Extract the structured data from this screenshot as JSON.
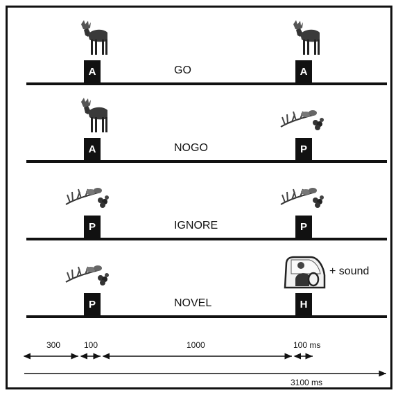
{
  "rows": [
    {
      "condition": "GO",
      "first": {
        "letter": "A",
        "image": "moose-icon"
      },
      "second": {
        "letter": "A",
        "image": "moose-icon"
      }
    },
    {
      "condition": "NOGO",
      "first": {
        "letter": "A",
        "image": "moose-icon"
      },
      "second": {
        "letter": "P",
        "image": "plant-icon"
      }
    },
    {
      "condition": "IGNORE",
      "first": {
        "letter": "P",
        "image": "plant-icon"
      },
      "second": {
        "letter": "P",
        "image": "plant-icon"
      }
    },
    {
      "condition": "NOVEL",
      "first": {
        "letter": "P",
        "image": "plant-icon"
      },
      "second": {
        "letter": "H",
        "image": "driver-icon"
      },
      "extra": "+ sound"
    }
  ],
  "timeline": {
    "segments": [
      "300",
      "100",
      "1000",
      "100 ms"
    ],
    "total": "3100 ms"
  },
  "colors": {
    "ink": "#111111",
    "background": "#ffffff"
  }
}
